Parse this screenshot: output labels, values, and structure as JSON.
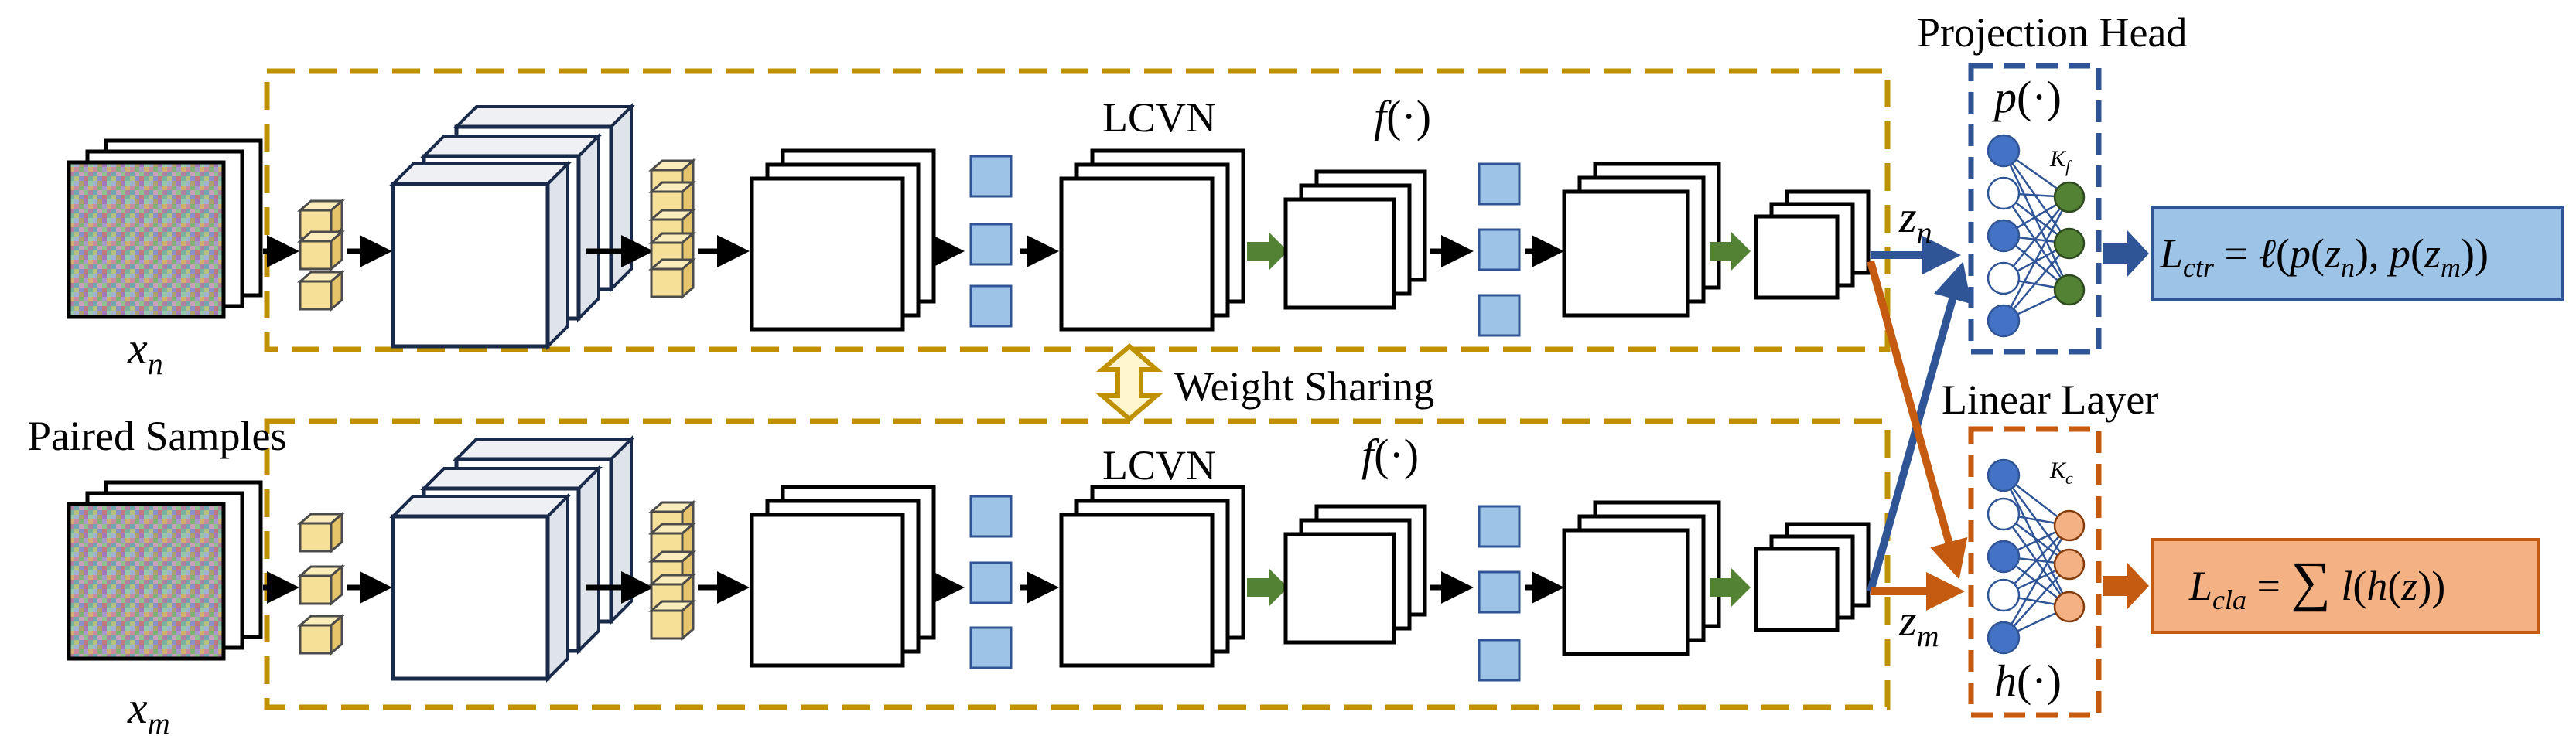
{
  "labels": {
    "projection_head": "Projection Head",
    "linear_layer": "Linear Layer",
    "weight_sharing": "Weight Sharing",
    "paired_samples": "Paired Samples",
    "lcvn": "LCVN",
    "f_op": "f(·)",
    "p_op": "p(·)",
    "h_op": "h(·)",
    "k_f": "K_f",
    "k_c": "K_c",
    "x_n": "x_n",
    "x_m": "x_m",
    "z_n": "z_n",
    "z_m": "z_m"
  },
  "loss": {
    "contrastive": "L_ctr = ℓ(p(z_n), p(z_m))",
    "classification": "L_cla = ∑ l(h(z))"
  },
  "colors": {
    "branch_border": "#bf9000",
    "projection_border": "#2f5597",
    "linear_border": "#c55a11",
    "green_arrow": "#548235",
    "loss_ctr_fill": "#9dc3e6",
    "loss_cla_fill": "#f4b183"
  }
}
